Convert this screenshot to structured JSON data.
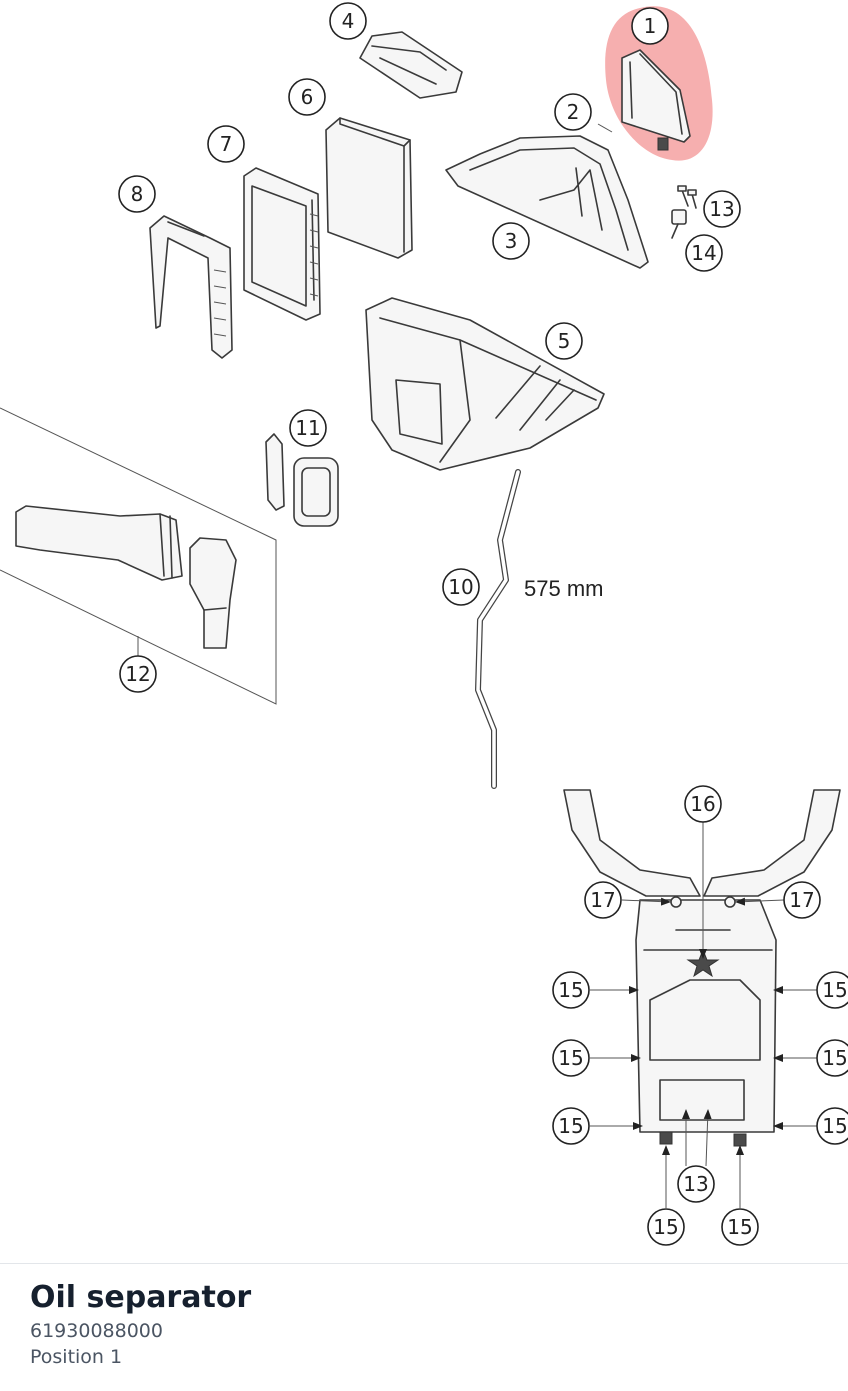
{
  "diagram": {
    "highlight_color": "#f07a7a",
    "measurement_label": "575 mm",
    "callouts": [
      {
        "id": "c1",
        "label": "1"
      },
      {
        "id": "c2",
        "label": "2"
      },
      {
        "id": "c3",
        "label": "3"
      },
      {
        "id": "c4",
        "label": "4"
      },
      {
        "id": "c5",
        "label": "5"
      },
      {
        "id": "c6",
        "label": "6"
      },
      {
        "id": "c7",
        "label": "7"
      },
      {
        "id": "c8",
        "label": "8"
      },
      {
        "id": "c10",
        "label": "10"
      },
      {
        "id": "c11",
        "label": "11"
      },
      {
        "id": "c12",
        "label": "12"
      },
      {
        "id": "c13a",
        "label": "13"
      },
      {
        "id": "c14",
        "label": "14"
      },
      {
        "id": "c16",
        "label": "16"
      },
      {
        "id": "c17a",
        "label": "17"
      },
      {
        "id": "c17b",
        "label": "17"
      },
      {
        "id": "c15a",
        "label": "15"
      },
      {
        "id": "c15b",
        "label": "15"
      },
      {
        "id": "c15c",
        "label": "15"
      },
      {
        "id": "c15d",
        "label": "15"
      },
      {
        "id": "c15e",
        "label": "15"
      },
      {
        "id": "c15f",
        "label": "15"
      },
      {
        "id": "c13b",
        "label": "13"
      },
      {
        "id": "c15g",
        "label": "15"
      },
      {
        "id": "c15h",
        "label": "15"
      }
    ]
  },
  "part": {
    "title": "Oil separator",
    "number": "61930088000",
    "position": "Position 1"
  }
}
